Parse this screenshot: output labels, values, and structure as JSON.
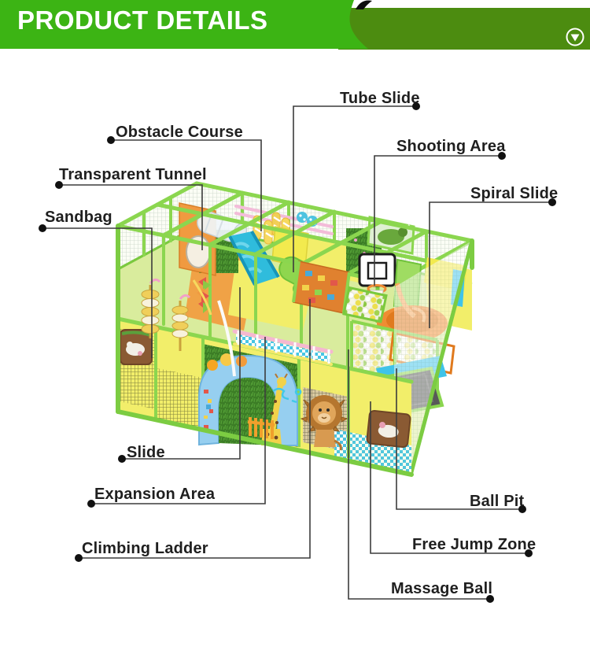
{
  "header": {
    "title": "PRODUCT DETAILS",
    "chevron_icon": "circle-chevron-down",
    "colors": {
      "ribbon_green": "#3cb414",
      "band_green": "#4c8c10",
      "title_text": "#ffffff"
    }
  },
  "illustration": {
    "name": "indoor-playground-render",
    "palette": {
      "frame_green": "#8bd64f",
      "panel_yellow": "#f2ee6a",
      "panel_orange": "#f09a40",
      "slide_cyan": "#2fbcdc",
      "arch_blue": "#96cff0",
      "bowl_orange": "#ef8d33",
      "grass_green": "#3c7d26",
      "trampoline_gray": "#585a58"
    }
  },
  "callouts": [
    {
      "id": "tube-slide",
      "label": "Tube Slide"
    },
    {
      "id": "obstacle-course",
      "label": "Obstacle Course"
    },
    {
      "id": "shooting-area",
      "label": "Shooting Area"
    },
    {
      "id": "transparent-tunnel",
      "label": "Transparent Tunnel"
    },
    {
      "id": "spiral-slide",
      "label": "Spiral Slide"
    },
    {
      "id": "sandbag",
      "label": "Sandbag"
    },
    {
      "id": "slide",
      "label": "Slide"
    },
    {
      "id": "expansion-area",
      "label": "Expansion Area"
    },
    {
      "id": "climbing-ladder",
      "label": "Climbing Ladder"
    },
    {
      "id": "ball-pit",
      "label": "Ball Pit"
    },
    {
      "id": "free-jump-zone",
      "label": "Free Jump Zone"
    },
    {
      "id": "massage-ball",
      "label": "Massage Ball"
    }
  ]
}
